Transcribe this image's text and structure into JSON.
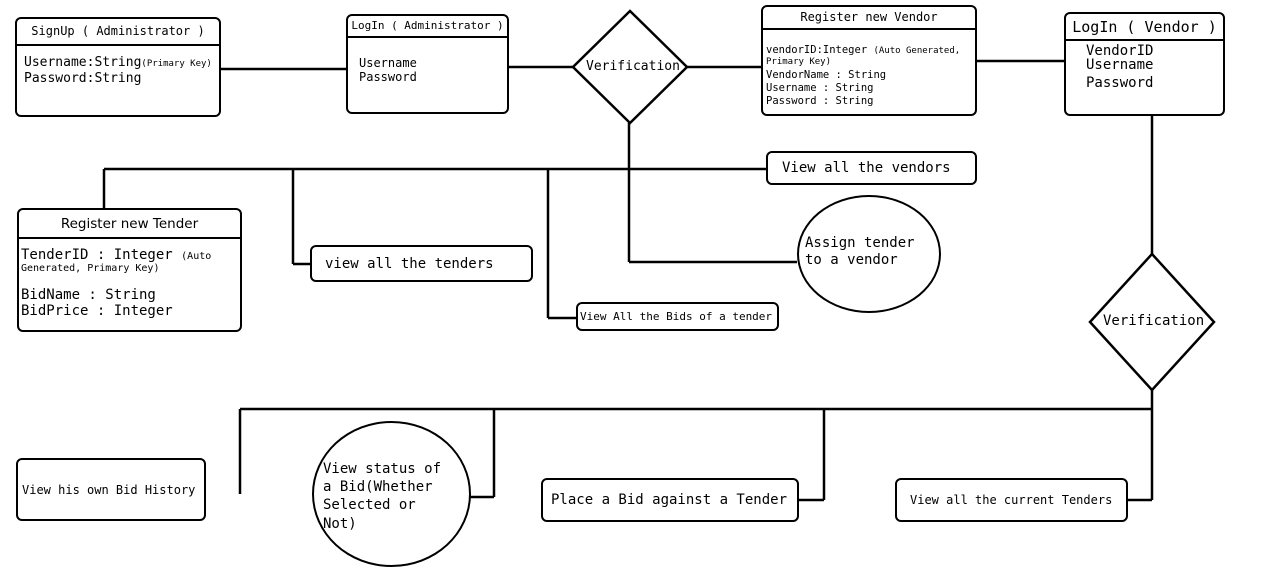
{
  "signup_admin": {
    "title": "SignUp ( Administrator )",
    "line1_main": "Username:String",
    "line1_note": "(Primary Key)",
    "line2": "Password:String"
  },
  "login_admin": {
    "title": "LogIn ( Administrator )",
    "line1": "Username",
    "line2": "Password"
  },
  "verification_admin": {
    "label": "Verification"
  },
  "register_vendor": {
    "title": "Register new Vendor",
    "line1_main": "vendorID:Integer",
    "line1_note": "(Auto Generated,",
    "line1b": "Primary Key)",
    "line2": "VendorName : String",
    "line3": "Username : String",
    "line4": "Password : String"
  },
  "login_vendor": {
    "title": "LogIn ( Vendor )",
    "line1": "VendorID",
    "line2": "Username",
    "line3": "Password"
  },
  "view_vendors": {
    "label": "View all the vendors"
  },
  "register_tender": {
    "title": "Register new Tender",
    "line1_main": "TenderID : Integer",
    "line1_note": "(Auto",
    "line1b": "Generated, Primary Key)",
    "line2": "BidName : String",
    "line3": "BidPrice : Integer"
  },
  "view_tenders": {
    "label": "view all the tenders"
  },
  "assign_tender": {
    "line1": "Assign tender",
    "line2": "to a vendor"
  },
  "view_bids": {
    "label": "View All the Bids of a tender"
  },
  "verification_vendor": {
    "label": "Verification"
  },
  "bid_history": {
    "label": "View his own Bid History"
  },
  "bid_status": {
    "line1": "View status of",
    "line2": "a Bid(Whether",
    "line3": "Selected or",
    "line4": "Not)"
  },
  "place_bid": {
    "label": "Place a Bid against a Tender"
  },
  "current_tenders": {
    "label": "View all the current Tenders"
  }
}
